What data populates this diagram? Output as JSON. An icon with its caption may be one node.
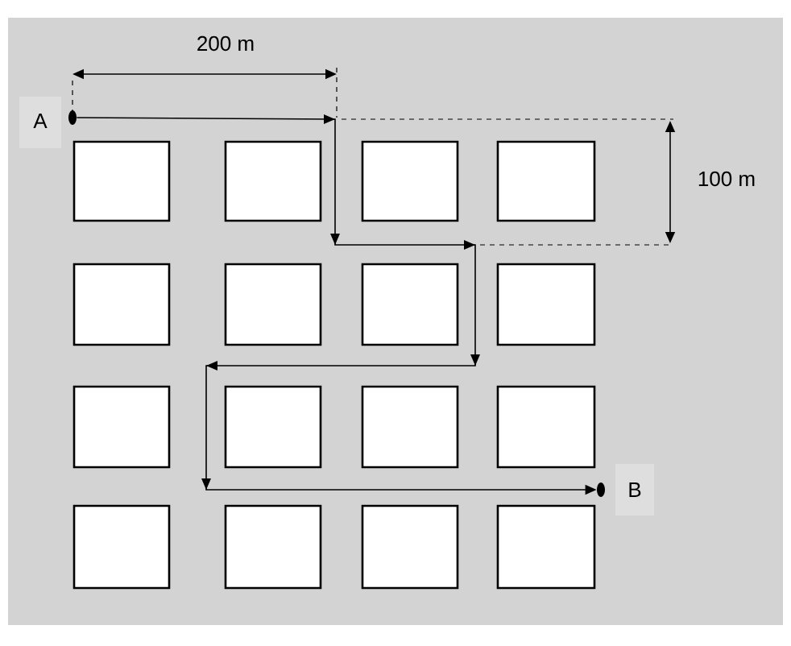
{
  "diagram": {
    "nodes": [
      {
        "text": [],
        "shape": "circle",
        "beside": [
          "A"
        ]
      },
      {
        "text": [],
        "shape": "circle",
        "beside": [
          "B"
        ]
      }
    ],
    "edges": [
      {
        "from": 0,
        "to": 1,
        "arrow": "to"
      }
    ],
    "labels": [
      "200 m",
      "100 m"
    ]
  }
}
